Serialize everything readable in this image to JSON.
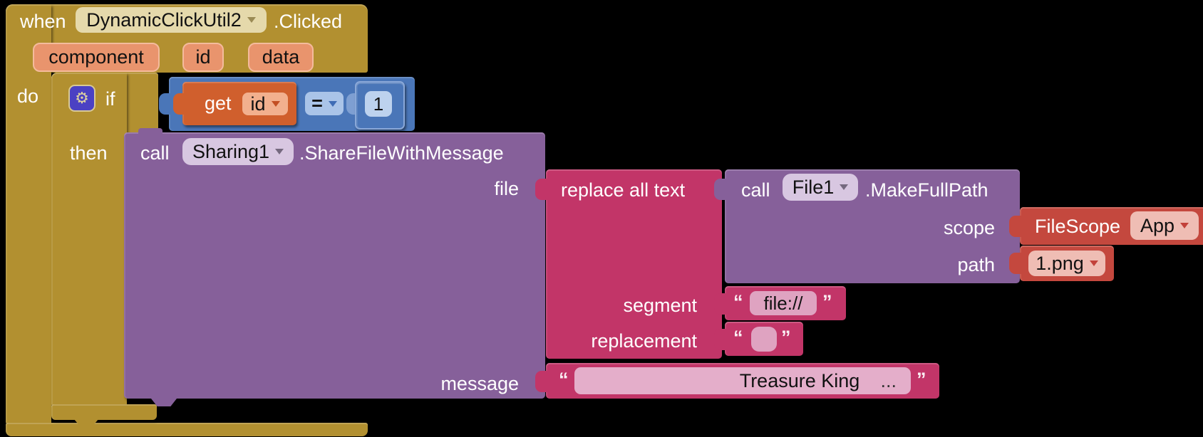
{
  "colors": {
    "background": "#000000",
    "event_gold": "#B29030",
    "khaki_chip": "#E5D9AB",
    "param_chip": "#E9946D",
    "param_chip_border": "#F4BB9C",
    "math_blue": "#4A76B8",
    "math_operator_chip": "#AAC4E8",
    "number_field": "#BDD2EE",
    "variable_orange": "#D05F2D",
    "variable_chip": "#F2B08E",
    "method_purple": "#86609A",
    "component_chip": "#D8C7E1",
    "text_pink": "#C23568",
    "text_field": "#DFA3C1",
    "message_field": "#E4AECA",
    "helper_red": "#C4483E",
    "helper_chip": "#EFBDB4",
    "gear_icon_bg": "#4B41C3"
  },
  "when_block": {
    "keyword": "when",
    "component_dropdown": "DynamicClickUtil2",
    "event_name": ".Clicked",
    "params": [
      "component",
      "id",
      "data"
    ],
    "do_label": "do"
  },
  "if_block": {
    "if_label": "if",
    "then_label": "then",
    "gear_icon": "gear-icon"
  },
  "condition": {
    "get_label": "get",
    "variable_dropdown": "id",
    "operator_dropdown": "=",
    "number_value": "1"
  },
  "share_call_block": {
    "call_label": "call",
    "component_dropdown": "Sharing1",
    "method_name": ".ShareFileWithMessage",
    "file_param": "file",
    "message_param": "message"
  },
  "replace_block": {
    "title": "replace all text",
    "segment_param": "segment",
    "replacement_param": "replacement"
  },
  "makefullpath_block": {
    "call_label": "call",
    "component_dropdown": "File1",
    "method_name": ".MakeFullPath",
    "scope_param": "scope",
    "path_param": "path"
  },
  "filescope_block": {
    "label": "FileScope",
    "value_dropdown": "App"
  },
  "path_value_block": {
    "value_dropdown": "1.png"
  },
  "segment_string_block": {
    "open_quote": "“",
    "value": "file://",
    "close_quote": "”"
  },
  "replacement_string_block": {
    "open_quote": "“",
    "value": "",
    "close_quote": "”"
  },
  "message_string_block": {
    "open_quote": "“",
    "value": "Treasure King",
    "overflow_indicator": "...",
    "close_quote": "”"
  }
}
